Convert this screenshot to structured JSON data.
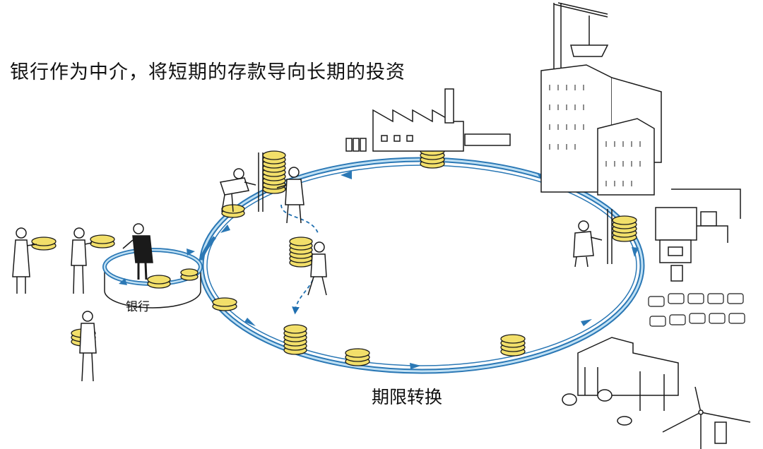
{
  "heading": "银行作为中介，将短期的存款导向长期的投资",
  "bank_label": "银行",
  "caption": "期限转换",
  "colors": {
    "ring": "#2b78b5",
    "ring_light": "#bfe0f4",
    "coin": "#f2df6a",
    "coin_edge": "#1a1a1a",
    "dash": "#1f6fb0",
    "line": "#1a1a1a"
  },
  "icons": [
    "person-icon",
    "coin-stack-icon",
    "factory-icon",
    "building-icon",
    "crane-icon",
    "car-icon",
    "wind-turbine-icon",
    "machine-icon",
    "barrel-icon"
  ]
}
